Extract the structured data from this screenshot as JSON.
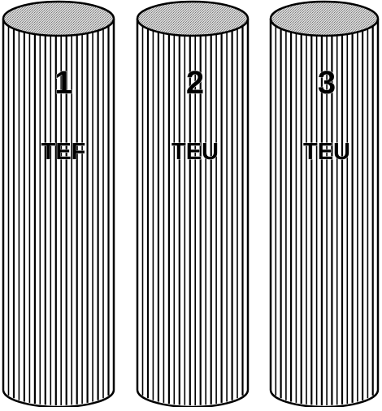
{
  "cylinders": [
    {
      "number": "1",
      "label": "TEF"
    },
    {
      "number": "2",
      "label": "TEU"
    },
    {
      "number": "3",
      "label": "TEU"
    }
  ],
  "colors": {
    "background": "#ffffff",
    "stroke": "#000000",
    "top_fill": "#bdbdbd"
  }
}
